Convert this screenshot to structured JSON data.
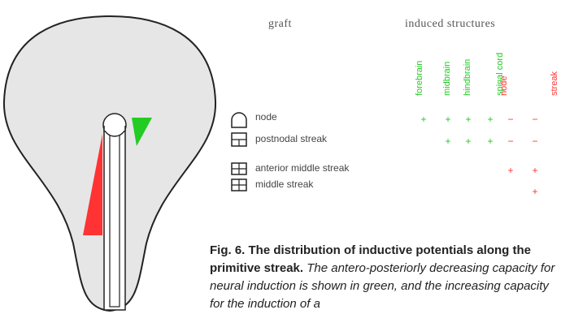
{
  "header": {
    "graft": "graft",
    "induced": "induced structures"
  },
  "columns": [
    {
      "label": "forebrain",
      "color": "#22cc22"
    },
    {
      "label": "midbrain",
      "color": "#22cc22"
    },
    {
      "label": "hindbrain",
      "color": "#22cc22"
    },
    {
      "label": "spinal cord",
      "color": "#22cc22"
    },
    {
      "label": "node",
      "color": "#ff3333"
    },
    {
      "label": "streak",
      "color": "#ff3333"
    }
  ],
  "rows": [
    {
      "label": "node",
      "icon": "node-graft-icon",
      "marks": [
        "+",
        "+",
        "+",
        "+",
        "−",
        "−"
      ]
    },
    {
      "label": "postnodal streak",
      "icon": "single-square-graft-icon",
      "marks": [
        "",
        "+",
        "+",
        "+",
        "−",
        "−"
      ]
    },
    {
      "label": "anterior middle streak",
      "icon": "double-square-graft-icon",
      "marks": [
        "",
        "",
        "",
        "",
        "+",
        "+"
      ]
    },
    {
      "label": "middle streak",
      "icon": "double-square-graft-icon",
      "marks": [
        "",
        "",
        "",
        "",
        "",
        "+"
      ]
    }
  ],
  "caption": {
    "bold": "Fig. 6. The distribution of inductive potentials along the primitive streak.",
    "italic": "The antero-posteriorly decreasing capacity for neural induction is shown in green, and the increasing capacity for the induction of a"
  },
  "colors": {
    "green": "#22cc22",
    "red": "#ff3333",
    "embryo_fill": "#e6e6e6"
  }
}
